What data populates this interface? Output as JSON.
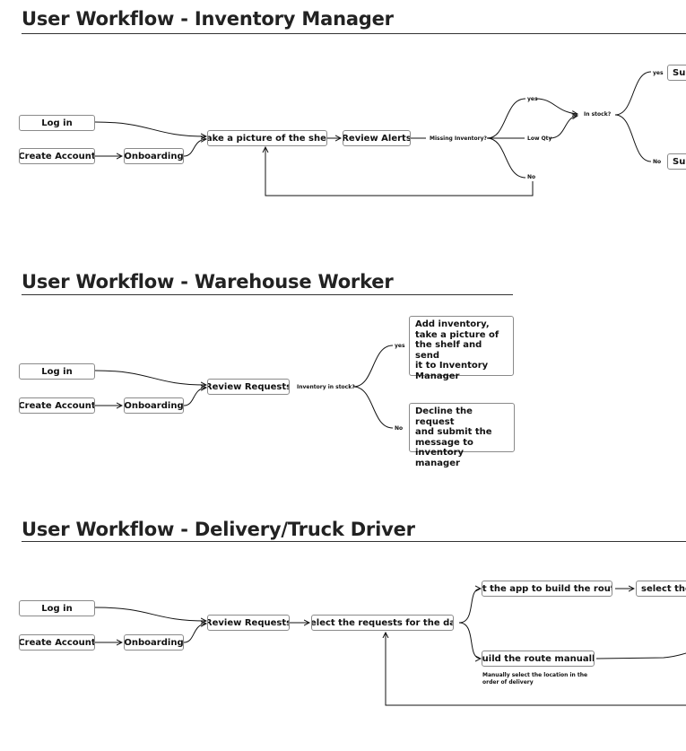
{
  "sections": {
    "inventory": {
      "title": "User Workflow - Inventory Manager",
      "log_in": "Log in",
      "create_account": "Create Account",
      "onboarding": "Onboarding",
      "take_picture": "Take a picture of the shelf",
      "review_alerts": "Review Alerts",
      "missing_inventory": "Missing Inventory?",
      "yes": "yes",
      "low_qty": "Low Qty",
      "no": "No",
      "in_stock": "In stock?",
      "yes_2": "yes",
      "no_2": "No",
      "sub_yes": "Sub",
      "sub_no": "Sub"
    },
    "warehouse": {
      "title": "User Workflow - Warehouse Worker",
      "log_in": "Log in",
      "create_account": "Create Account",
      "onboarding": "Onboarding",
      "review_requests": "Review Requests",
      "inventory_in_stock": "Inventory in stock?",
      "yes": "yes",
      "no": "No",
      "add_inventory": "Add inventory,\ntake a picture of\nthe shelf and send\nit to Inventory\nManager",
      "decline": "Decline the request\nand submit the\nmessage to inventory\nmanager"
    },
    "delivery": {
      "title": "User Workflow - Delivery/Truck Driver",
      "log_in": "Log in",
      "create_account": "Create Account",
      "onboarding": "Onboarding",
      "review_requests": "Review Requests",
      "select_requests": "Select the requests for the day",
      "app_build_route": "let the app to build the route",
      "select_the": "select the r",
      "build_manually": "Build the route manually",
      "manual_note": "Manually select the location in the\norder of delivery"
    }
  }
}
